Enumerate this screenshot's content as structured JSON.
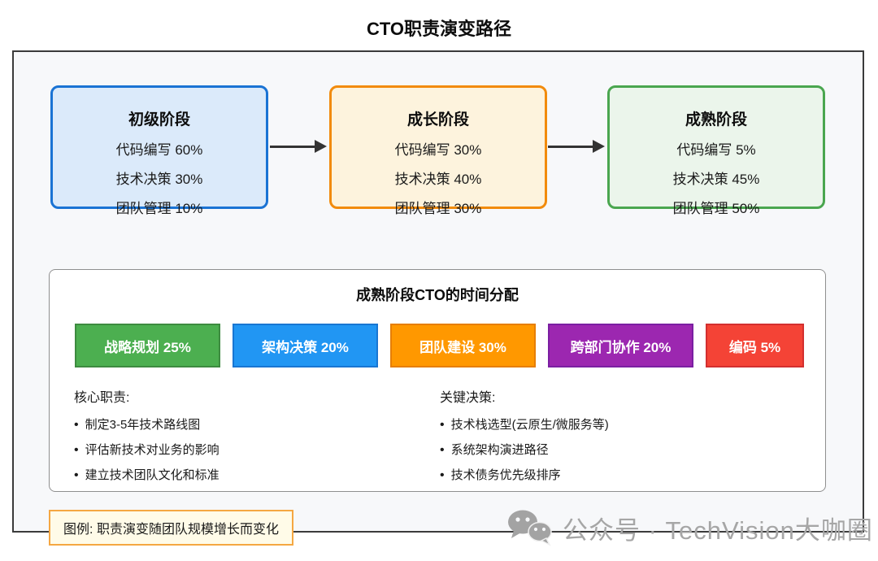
{
  "page": {
    "title": "CTO职责演变路径"
  },
  "stages": [
    {
      "name": "初级阶段",
      "border": "#1a73d4",
      "fill": "#dbeafa",
      "items": [
        "代码编写 60%",
        "技术决策 30%",
        "团队管理 10%"
      ]
    },
    {
      "name": "成长阶段",
      "border": "#f28b0c",
      "fill": "#fdf3dd",
      "items": [
        "代码编写 30%",
        "技术决策 40%",
        "团队管理 30%"
      ]
    },
    {
      "name": "成熟阶段",
      "border": "#4aa64f",
      "fill": "#ebf5eb",
      "items": [
        "代码编写 5%",
        "技术决策 45%",
        "团队管理 50%"
      ]
    }
  ],
  "arrow_icon": "right-arrow-icon",
  "allocation": {
    "title": "成熟阶段CTO的时间分配",
    "bars": [
      {
        "label": "战略规划 25%",
        "color": "#4caf50",
        "border": "#3d8b40"
      },
      {
        "label": "架构决策 20%",
        "color": "#2196f3",
        "border": "#1976d2"
      },
      {
        "label": "团队建设 30%",
        "color": "#ff9800",
        "border": "#e67e00"
      },
      {
        "label": "跨部门协作 20%",
        "color": "#9c27b0",
        "border": "#7b1fa2"
      },
      {
        "label": "编码 5%",
        "color": "#f44336",
        "border": "#d32f2f"
      }
    ],
    "columns": [
      {
        "heading": "核心职责:",
        "bullets": [
          "制定3-5年技术路线图",
          "评估新技术对业务的影响",
          "建立技术团队文化和标准"
        ]
      },
      {
        "heading": "关键决策:",
        "bullets": [
          "技术栈选型(云原生/微服务等)",
          "系统架构演进路径",
          "技术债务优先级排序"
        ]
      }
    ]
  },
  "legend": {
    "text": "图例: 职责演变随团队规模增长而变化"
  },
  "watermark": {
    "icon": "wechat-bubbles-icon",
    "text": "公众号 · TechVision大咖圈",
    "color": "#a6a6a6"
  }
}
